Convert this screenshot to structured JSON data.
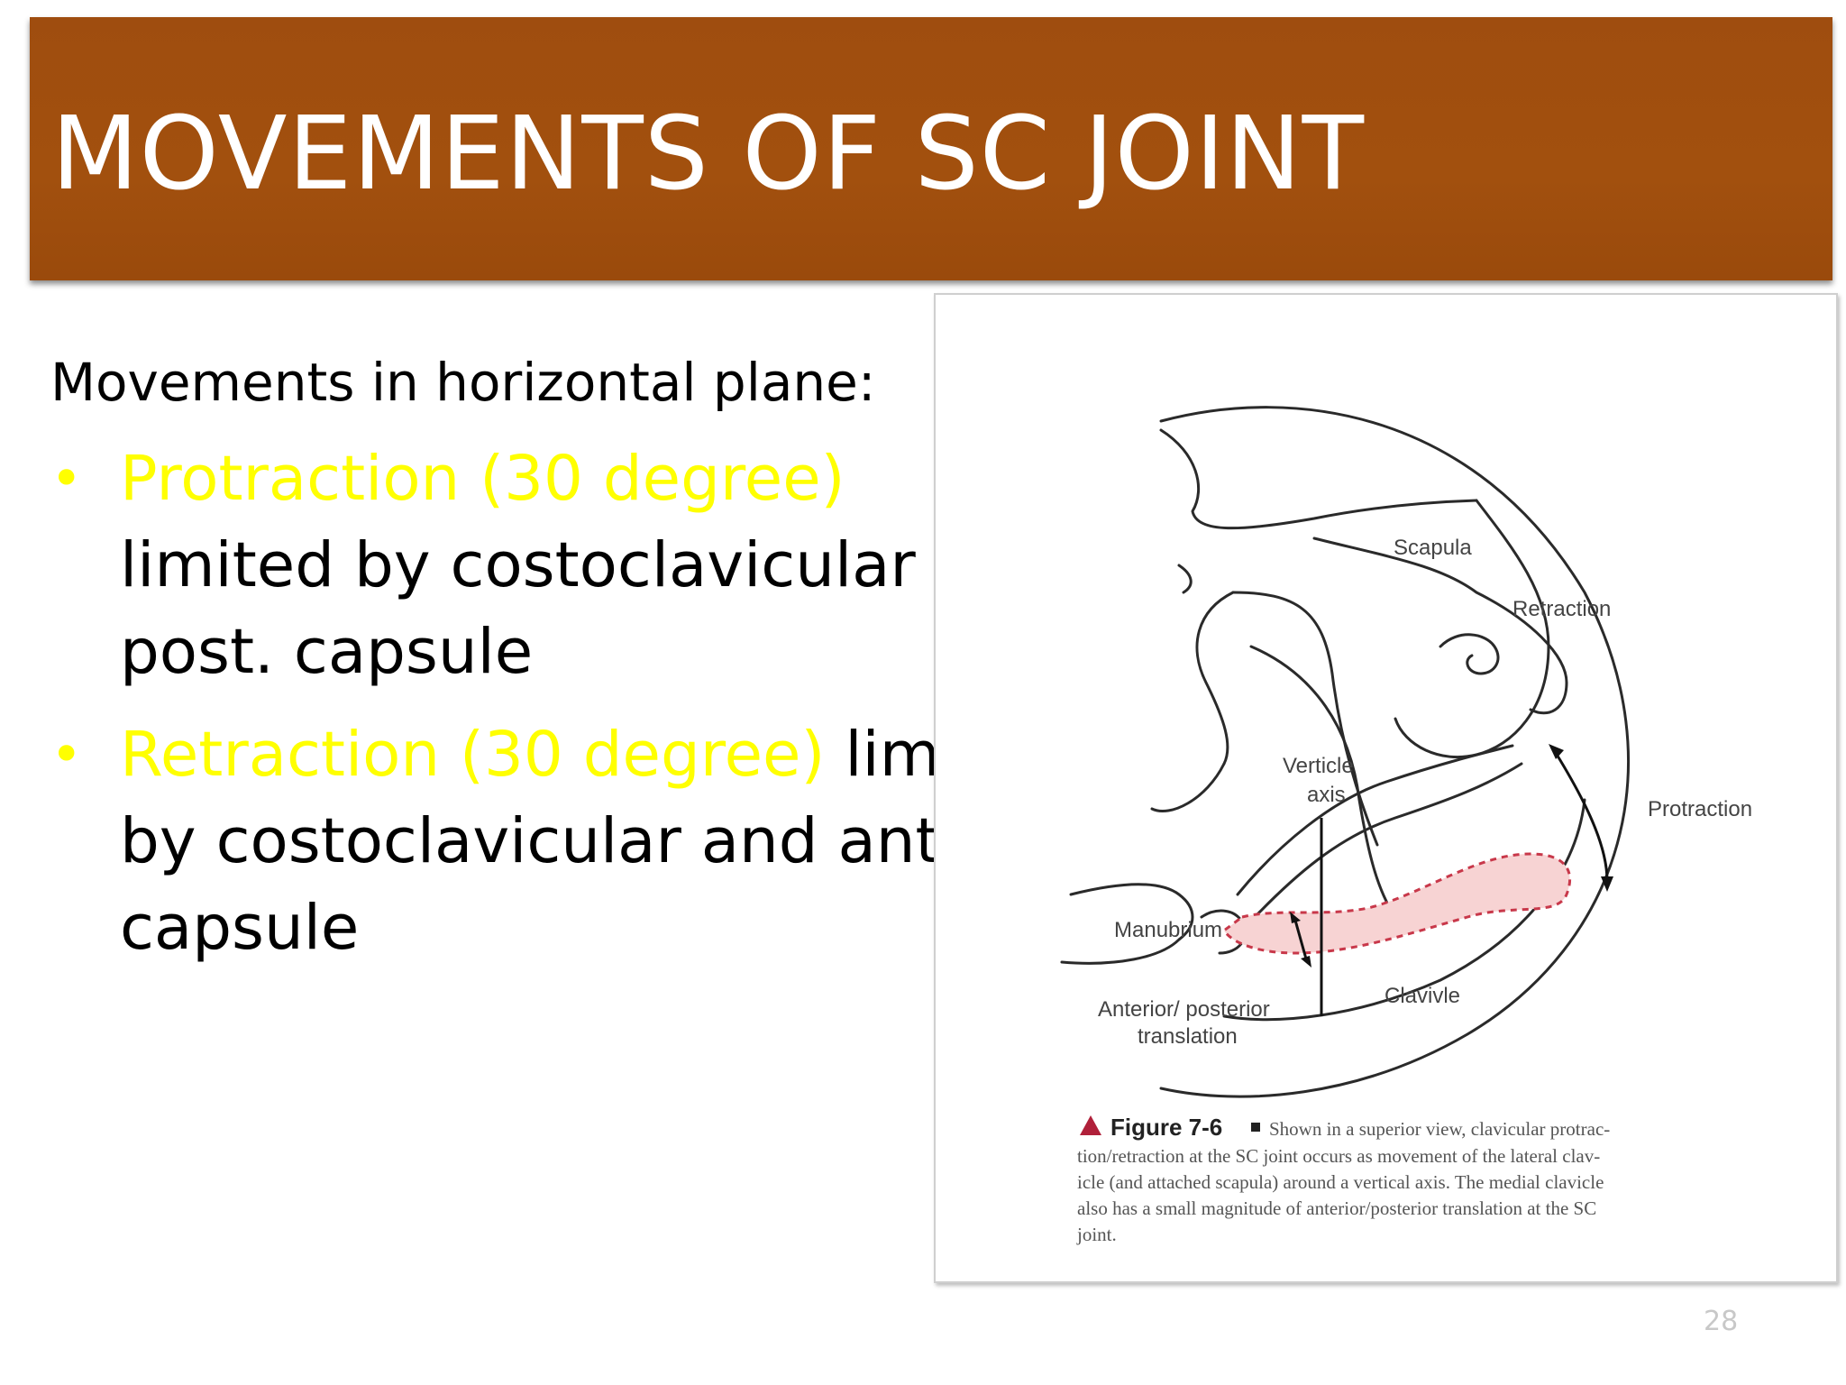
{
  "slide": {
    "title": "MOVEMENTS OF SC JOINT",
    "subheading": "Movements in horizontal plane:",
    "bullets": [
      {
        "highlight": "Protraction (30 degree)",
        "lines": [
          "limited by costoclavicular and",
          "post. capsule"
        ]
      },
      {
        "highlight": "Retraction (30 degree)",
        "first_line_rest": " limited",
        "lines": [
          "by costoclavicular and ant.",
          "capsule"
        ]
      }
    ],
    "slide_number": "28"
  },
  "figure": {
    "labels": {
      "scapula": "Scapula",
      "retraction": "Retraction",
      "protraction": "Protraction",
      "verticle_axis_1": "Verticle",
      "verticle_axis_2": "axis",
      "manubrium": "Manubrium",
      "translation_1": "Anterior/ posterior",
      "translation_2": "translation",
      "clavicle": "Clavivle"
    },
    "caption": {
      "figure_number": "Figure  7-6",
      "text_lines": [
        "Shown in a superior view, clavicular protrac-",
        "tion/retraction at the SC joint occurs as movement of the lateral clav-",
        "icle (and attached scapula) around a vertical axis. The medial clavicle",
        "also has a small magnitude of anterior/posterior translation at the SC",
        "joint."
      ]
    },
    "colors": {
      "clavicle_fill": "#f7d3d3",
      "clavicle_outline": "#c8384a",
      "marker": "#b0203a"
    }
  }
}
